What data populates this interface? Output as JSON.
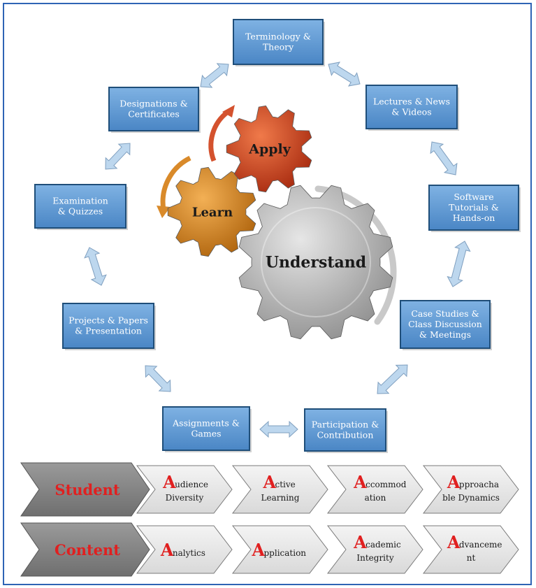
{
  "cycle_nodes": [
    {
      "id": "terminology",
      "lines": [
        "Terminology &",
        "Theory"
      ]
    },
    {
      "id": "lectures",
      "lines": [
        "Lectures & News",
        "& Videos"
      ]
    },
    {
      "id": "software",
      "lines": [
        "Software",
        "Tutorials &",
        "Hands-on"
      ]
    },
    {
      "id": "case-studies",
      "lines": [
        "Case Studies &",
        "Class Discussion",
        "& Meetings"
      ]
    },
    {
      "id": "participation",
      "lines": [
        "Participation &",
        "Contribution"
      ]
    },
    {
      "id": "assignments",
      "lines": [
        "Assignments &",
        "Games"
      ]
    },
    {
      "id": "projects",
      "lines": [
        "Projects & Papers",
        "& Presentation"
      ]
    },
    {
      "id": "examination",
      "lines": [
        "Examination",
        "& Quizzes"
      ]
    },
    {
      "id": "designations",
      "lines": [
        "Designations &",
        "Certificates"
      ]
    }
  ],
  "gears": {
    "apply": "Apply",
    "learn": "Learn",
    "understand": "Understand"
  },
  "colors": {
    "node_fill": "#5b9bd5",
    "node_border": "#1f4e79",
    "arrow_fill": "#bdd7ee",
    "gear_apply": "#c0391b",
    "gear_learn": "#c8781c",
    "gear_understand": "#a6a6a6",
    "accent_red": "#e02020",
    "frame": "#2e64b5"
  },
  "rows": [
    {
      "label": "Student",
      "items": [
        {
          "initial": "A",
          "rest_lines": [
            "udience",
            "Diversity"
          ]
        },
        {
          "initial": "A",
          "rest_lines": [
            "ctive",
            "Learning"
          ]
        },
        {
          "initial": "A",
          "rest_lines": [
            "ccommod",
            "ation"
          ]
        },
        {
          "initial": "A",
          "rest_lines": [
            "pproacha",
            "ble Dynamics"
          ]
        }
      ]
    },
    {
      "label": "Content",
      "items": [
        {
          "initial": "A",
          "rest_lines": [
            "nalytics"
          ]
        },
        {
          "initial": "A",
          "rest_lines": [
            "pplication"
          ]
        },
        {
          "initial": "A",
          "rest_lines": [
            "cademic",
            "Integrity"
          ]
        },
        {
          "initial": "A",
          "rest_lines": [
            "dvanceme",
            "nt"
          ]
        }
      ]
    }
  ]
}
